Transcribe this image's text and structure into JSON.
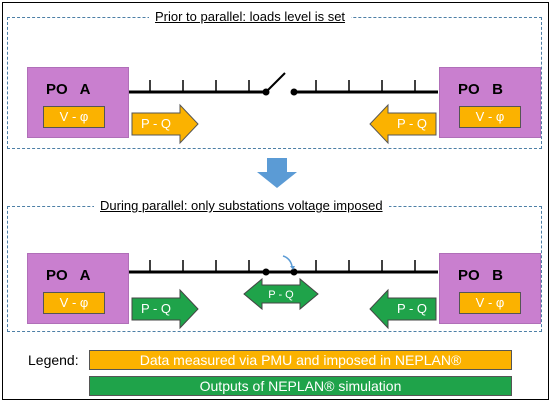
{
  "top_panel": {
    "title": "Prior to parallel: loads level is set",
    "po_a": "PO   A",
    "po_b": "PO   B",
    "vphi_left": "V - φ",
    "vphi_right": "V - φ",
    "arrow_left": "P - Q",
    "arrow_right": "P - Q"
  },
  "bottom_panel": {
    "title": "During parallel: only substations voltage imposed",
    "po_a": "PO   A",
    "po_b": "PO   B",
    "vphi_left": "V - φ",
    "vphi_right": "V - φ",
    "arrow_left": "P - Q",
    "arrow_middle": "P - Q",
    "arrow_right": "P - Q"
  },
  "legend": {
    "label": "Legend:",
    "measured": "Data measured via PMU and imposed in NEPLAN®",
    "outputs": "Outputs of NEPLAN® simulation"
  },
  "colors": {
    "po_box": "#c97fcf",
    "measured": "#fbb200",
    "outputs": "#1fa34a",
    "dashed_border": "#4d7fa6",
    "down_arrow": "#5b9bd5"
  }
}
